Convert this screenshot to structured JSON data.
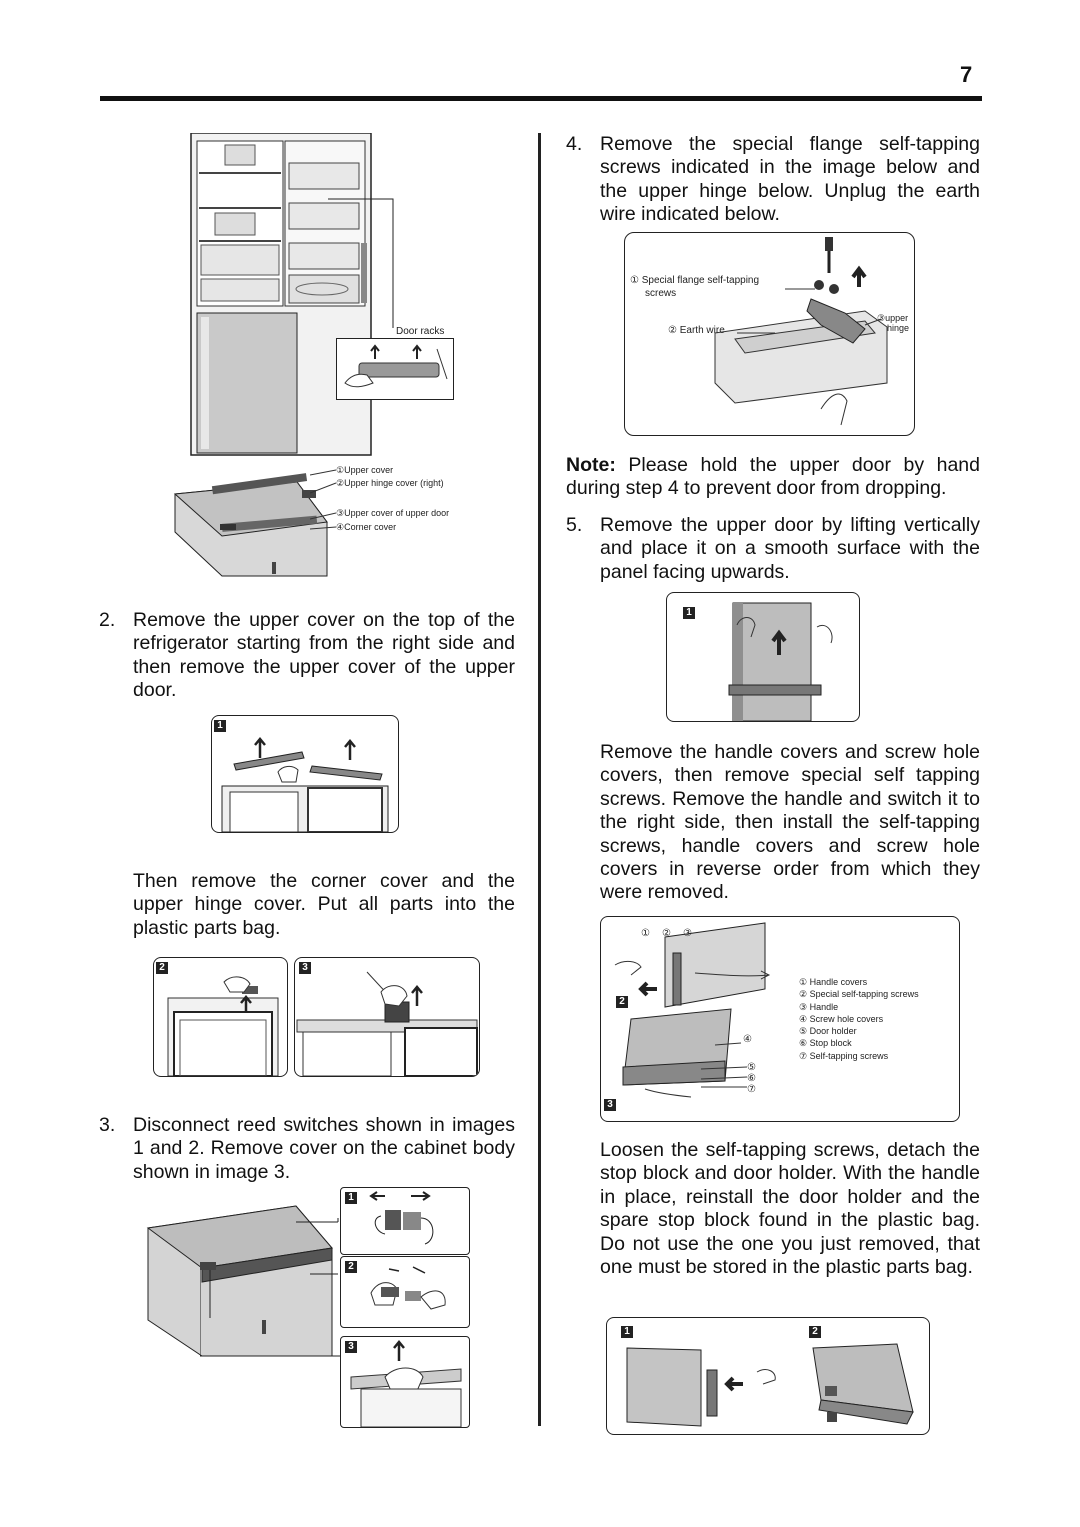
{
  "page_number": "7",
  "left": {
    "fridge": {
      "door_racks_label": "Door racks"
    },
    "top_parts": [
      "①Upper cover",
      "②Upper hinge cover (right)",
      "③Upper cover of upper door",
      "④Corner cover"
    ],
    "step2": {
      "num": "2.",
      "text": "Remove the upper cover on the top of the refrigerator starting from the right side and then remove the upper cover of the upper door.",
      "fig_badge": "1"
    },
    "then_text": "Then remove the corner cover and the upper hinge cover. Put all parts into the plastic parts bag.",
    "badges_23": [
      "2",
      "3"
    ],
    "step3": {
      "num": "3.",
      "text": "Disconnect reed switches shown in images 1 and 2. Remove cover on the cabinet body shown in image 3.",
      "badges": [
        "1",
        "2",
        "3"
      ]
    }
  },
  "right": {
    "step4": {
      "num": "4.",
      "text": "Remove the special flange self-tapping screws indicated in the image below and the upper hinge below. Unplug the earth wire indicated below.",
      "labels": {
        "screws_1": "① Special flange self-tapping",
        "screws_2": "screws",
        "earth": "② Earth wire",
        "hinge_1": "③upper",
        "hinge_2": "hinge"
      }
    },
    "note": {
      "label": "Note:",
      "text": " Please hold the upper door by hand during step 4 to prevent door from dropping."
    },
    "step5": {
      "num": "5.",
      "text": "Remove the upper door by lifting vertically and place it on a smooth surface with the panel facing upwards.",
      "fig_badge": "1"
    },
    "handle_text": "Remove the handle covers and screw hole covers, then remove special self tapping screws. Remove the handle and switch it to the right side, then install the self-tapping screws, handle covers and screw hole covers in reverse order from which they were removed.",
    "handle_fig": {
      "top_nums": [
        "①",
        "②",
        "③"
      ],
      "badges": [
        "2",
        "3"
      ],
      "side_nums": [
        "④",
        "⑤",
        "⑥",
        "⑦"
      ],
      "legend": [
        "① Handle covers",
        "② Special self-tapping screws",
        "③ Handle",
        "④ Screw hole covers",
        "⑤ Door holder",
        "⑥ Stop block",
        "⑦ Self-tapping screws"
      ]
    },
    "loosen_text": "Loosen the self-tapping screws, detach the stop block and door holder. With the handle in place, reinstall the door holder and the spare stop block found in the plastic bag. Do not use the one you just removed, that one must be stored in the plastic parts bag.",
    "last_badges": [
      "1",
      "2"
    ]
  }
}
